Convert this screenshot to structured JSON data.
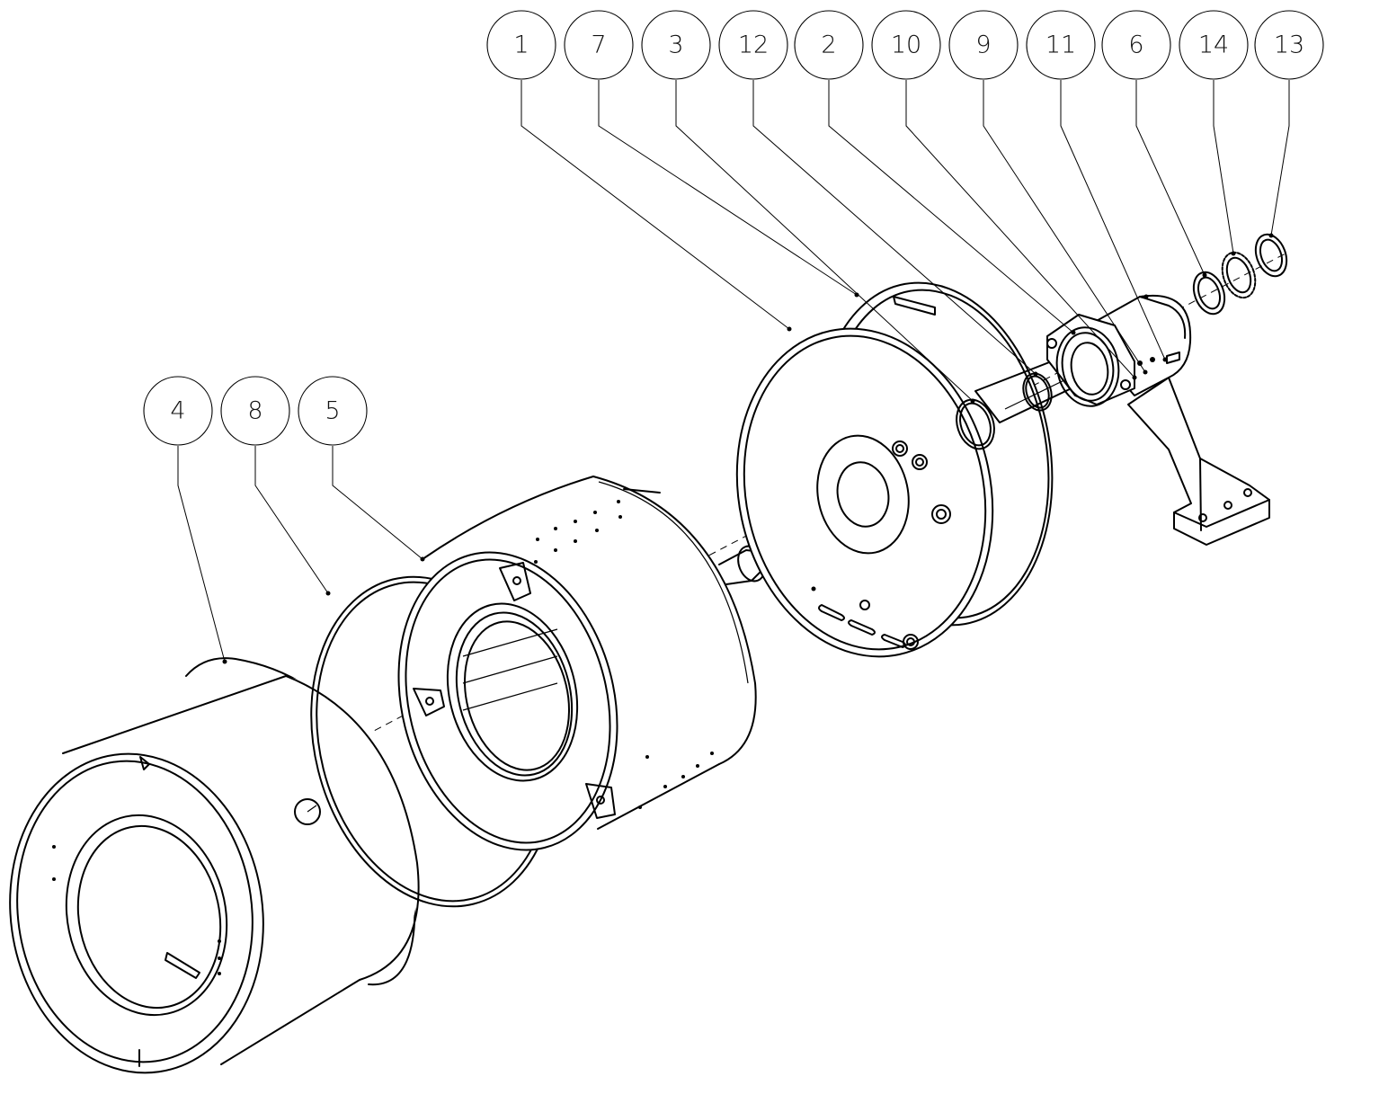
{
  "drawing": {
    "balloons": [
      {
        "id": "b1",
        "label": "1"
      },
      {
        "id": "b7",
        "label": "7"
      },
      {
        "id": "b3",
        "label": "3"
      },
      {
        "id": "b12",
        "label": "12"
      },
      {
        "id": "b2",
        "label": "2"
      },
      {
        "id": "b10",
        "label": "10"
      },
      {
        "id": "b9",
        "label": "9"
      },
      {
        "id": "b11",
        "label": "11"
      },
      {
        "id": "b6",
        "label": "6"
      },
      {
        "id": "b14",
        "label": "14"
      },
      {
        "id": "b13",
        "label": "13"
      },
      {
        "id": "b4",
        "label": "4"
      },
      {
        "id": "b8",
        "label": "8"
      },
      {
        "id": "b5",
        "label": "5"
      }
    ]
  }
}
